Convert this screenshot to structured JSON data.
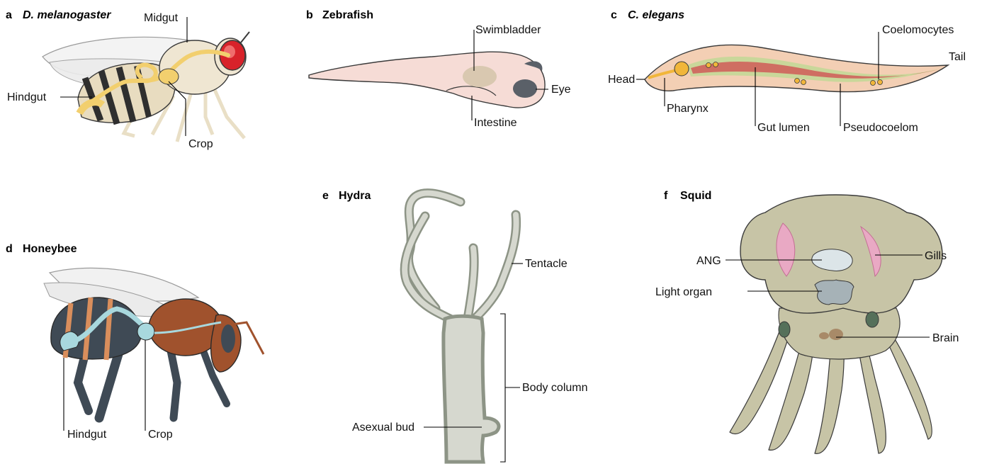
{
  "panels": {
    "a": {
      "letter": "a",
      "title": "D. melanogaster",
      "labels": {
        "midgut": "Midgut",
        "hindgut": "Hindgut",
        "crop": "Crop"
      }
    },
    "b": {
      "letter": "b",
      "title": "Zebrafish",
      "labels": {
        "swimbladder": "Swimbladder",
        "eye": "Eye",
        "intestine": "Intestine"
      }
    },
    "c": {
      "letter": "c",
      "title": "C. elegans",
      "labels": {
        "coelomocytes": "Coelomocytes",
        "tail": "Tail",
        "head": "Head",
        "pharynx": "Pharynx",
        "gut_lumen": "Gut lumen",
        "pseudocoelom": "Pseudocoelom"
      }
    },
    "d": {
      "letter": "d",
      "title": "Honeybee",
      "labels": {
        "hindgut": "Hindgut",
        "crop": "Crop"
      }
    },
    "e": {
      "letter": "e",
      "title": "Hydra",
      "labels": {
        "tentacle": "Tentacle",
        "body_column": "Body column",
        "asexual_bud": "Asexual bud"
      }
    },
    "f": {
      "letter": "f",
      "title": "Squid",
      "labels": {
        "ang": "ANG",
        "gills": "Gills",
        "light_organ": "Light organ",
        "brain": "Brain"
      }
    }
  },
  "colors": {
    "fly_body": "#efe6d2",
    "fly_gut": "#f2cf6e",
    "fly_eye": "#d8222a",
    "fly_stripe": "#2f2f2f",
    "fish_body": "#f6dcd6",
    "fish_swimbladder": "#d9c8b0",
    "fish_eye": "#5a6068",
    "worm_body": "#f3cfb4",
    "worm_green": "#c9d79a",
    "worm_gut": "#cf6e62",
    "worm_cells": "#f1b63a",
    "bee_thorax": "#a0522d",
    "bee_dark": "#3f4a55",
    "bee_stripe": "#d98e5c",
    "bee_gut": "#a8d8de",
    "hydra_fill": "#d6d8cf",
    "hydra_outline": "#8d9486",
    "squid_body": "#c7c4a6",
    "squid_gill": "#e9a9c4",
    "squid_ang": "#dce5e8",
    "squid_light": "#a6b2b7",
    "squid_brain": "#a88a68",
    "squid_eye": "#55705a"
  }
}
